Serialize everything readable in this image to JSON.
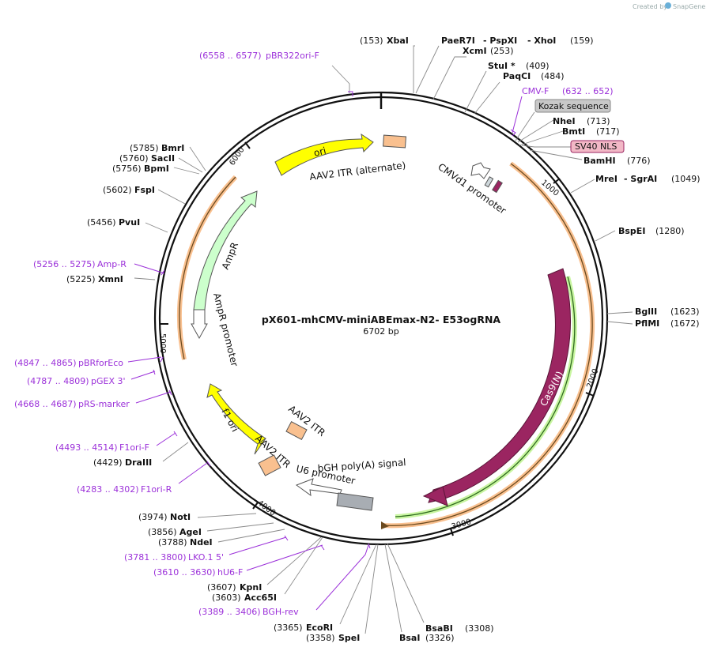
{
  "credit": {
    "created_by": "Created by",
    "brand": "SnapGene"
  },
  "plasmid": {
    "name": "pX601-mhCMV-miniABEmax-N2- E53ogRNA",
    "size": "6702 bp"
  },
  "ticks": [
    "1000",
    "2000",
    "3000",
    "4000",
    "5000",
    "6000"
  ],
  "sites": [
    {
      "pos": "(153)",
      "name": "XbaI"
    },
    {
      "name": "PaeR7I",
      "sep1": "- PspXI",
      "sep2": "- XhoI",
      "pos": "(159)"
    },
    {
      "name": "XcmI",
      "pos": "(253)"
    },
    {
      "name": "StuI *",
      "pos": "(409)"
    },
    {
      "name": "PaqCI",
      "pos": "(484)"
    },
    {
      "name": "NheI",
      "pos": "(713)"
    },
    {
      "name": "BmtI",
      "pos": "(717)"
    },
    {
      "name": "BamHI",
      "pos": "(776)"
    },
    {
      "name": "MreI",
      "sep": "- SgrAI",
      "pos": "(1049)"
    },
    {
      "name": "BspEI",
      "pos": "(1280)"
    },
    {
      "name": "BglII",
      "pos": "(1623)"
    },
    {
      "name": "PflMI",
      "pos": "(1672)"
    },
    {
      "name": "BsaBI",
      "pos": "(3308)"
    },
    {
      "name": "BsaI",
      "pos": "(3326)"
    },
    {
      "pos": "(3358)",
      "name": "SpeI"
    },
    {
      "pos": "(3365)",
      "name": "EcoRI"
    },
    {
      "pos": "(3603)",
      "name": "Acc65I"
    },
    {
      "pos": "(3607)",
      "name": "KpnI"
    },
    {
      "pos": "(3788)",
      "name": "NdeI"
    },
    {
      "pos": "(3856)",
      "name": "AgeI"
    },
    {
      "pos": "(3974)",
      "name": "NotI"
    },
    {
      "pos": "(4429)",
      "name": "DraIII"
    },
    {
      "pos": "(5225)",
      "name": "XmnI"
    },
    {
      "pos": "(5456)",
      "name": "PvuI"
    },
    {
      "pos": "(5602)",
      "name": "FspI"
    },
    {
      "pos": "(5756)",
      "name": "BpmI"
    },
    {
      "pos": "(5760)",
      "name": "SacII"
    },
    {
      "pos": "(5785)",
      "name": "BmrI"
    }
  ],
  "primers": [
    {
      "range": "(6558 .. 6577)",
      "name": "pBR322ori-F"
    },
    {
      "name": "CMV-F",
      "range": "(632 .. 652)"
    },
    {
      "range": "(5256 .. 5275)",
      "name": "Amp-R"
    },
    {
      "range": "(4847 .. 4865)",
      "name": "pBRforEco"
    },
    {
      "range": "(4787 .. 4809)",
      "name": "pGEX 3'"
    },
    {
      "range": "(4668 .. 4687)",
      "name": "pRS-marker"
    },
    {
      "range": "(4493 .. 4514)",
      "name": "F1ori-F"
    },
    {
      "range": "(4283 .. 4302)",
      "name": "F1ori-R"
    },
    {
      "range": "(3781 .. 3800)",
      "name": "LKO.1 5'"
    },
    {
      "range": "(3610 .. 3630)",
      "name": "hU6-F"
    },
    {
      "range": "(3389 .. 3406)",
      "name": "BGH-rev"
    }
  ],
  "boxed": [
    {
      "name": "Kozak sequence",
      "color": "#c8c8c8"
    },
    {
      "name": "SV40 NLS",
      "color": "#f2b8c6"
    }
  ],
  "features": [
    {
      "name": "ori",
      "color": "#ffff00"
    },
    {
      "name": "AAV2 ITR (alternate)",
      "color": "#f9c08f"
    },
    {
      "name": "CMVd1 promoter",
      "color": "#ffffff"
    },
    {
      "name": "AmpR",
      "color": "#ccffcc"
    },
    {
      "name": "AmpR promoter",
      "color": "#ffffff"
    },
    {
      "name": "Cas9(N)",
      "color": "#9b2561"
    },
    {
      "name": "f1 ori",
      "color": "#ffff00"
    },
    {
      "name": "AAV2 ITR",
      "color": "#f9c08f"
    },
    {
      "name": "AAV2 ITR",
      "color": "#f9c08f"
    },
    {
      "name": "U6 promoter",
      "color": "#ffffff"
    },
    {
      "name": "bGH poly(A) signal",
      "color": "#a8adb3"
    }
  ]
}
